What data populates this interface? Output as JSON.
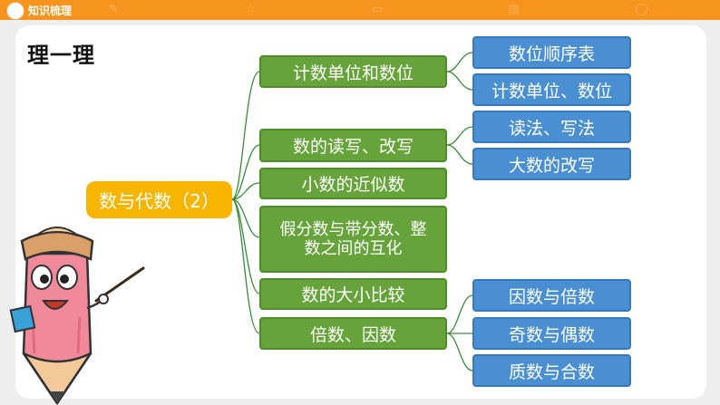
{
  "header": {
    "title": "知识梳理"
  },
  "slide": {
    "title": "理一理"
  },
  "root": {
    "label": "数与代数（2）"
  },
  "branches": [
    {
      "label": "计数单位和数位"
    },
    {
      "label": "数的读写、改写"
    },
    {
      "label": "小数的近似数"
    },
    {
      "label": "假分数与带分数、整数之间的互化"
    },
    {
      "label": "数的大小比较"
    },
    {
      "label": "倍数、因数"
    }
  ],
  "leaves": [
    {
      "label": "数位顺序表"
    },
    {
      "label": "计数单位、数位"
    },
    {
      "label": "读法、写法"
    },
    {
      "label": "大数的改写"
    },
    {
      "label": "因数与倍数"
    },
    {
      "label": "奇数与偶数"
    },
    {
      "label": "质数与合数"
    }
  ],
  "colors": {
    "header": "#f7941d",
    "root": "#f7b500",
    "branch": "#67a33b",
    "leaf": "#4a8fd1",
    "line": "#3a8a3a"
  }
}
